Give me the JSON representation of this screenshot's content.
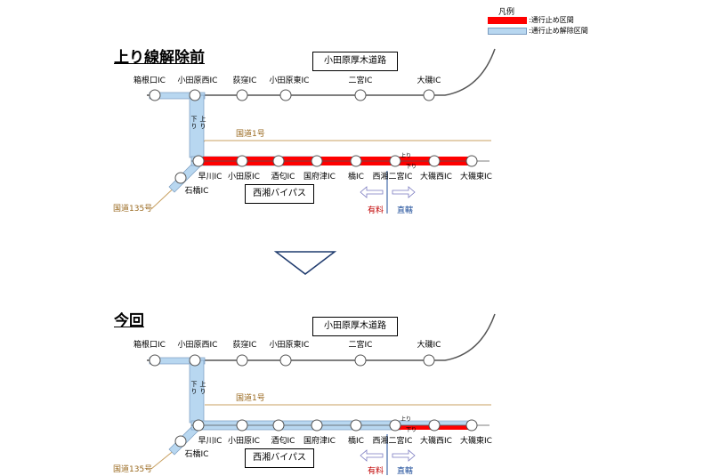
{
  "legend": {
    "title": "凡例",
    "closed": {
      "label": ":通行止め区間",
      "color": "#ff0000"
    },
    "lifted": {
      "label": ":通行止め解除区間",
      "color": "#b8d7f0"
    }
  },
  "panels": [
    {
      "title": "上り線解除前",
      "odawara_atsugi": "小田原厚木道路",
      "seisho_bypass": "西湘バイパス",
      "route1": "国道1号",
      "route135": "国道135号",
      "toll": "有料",
      "direct": "直轄",
      "up": "上り",
      "down": "下り",
      "top_ics": [
        "箱根口IC",
        "小田原西IC",
        "荻窪IC",
        "小田原東IC",
        "二宮IC",
        "大磯IC"
      ],
      "bottom_ics": [
        "早川IC",
        "小田原IC",
        "酒匂IC",
        "国府津IC",
        "橋IC",
        "西湘二宮IC",
        "大磯西IC",
        "大磯東IC"
      ],
      "ishibashi": "石橋IC"
    },
    {
      "title": "今回",
      "odawara_atsugi": "小田原厚木道路",
      "seisho_bypass": "西湘バイパス",
      "route1": "国道1号",
      "route135": "国道135号",
      "toll": "有料",
      "direct": "直轄",
      "up": "上り",
      "down": "下り",
      "top_ics": [
        "箱根口IC",
        "小田原西IC",
        "荻窪IC",
        "小田原東IC",
        "二宮IC",
        "大磯IC"
      ],
      "bottom_ics": [
        "早川IC",
        "小田原IC",
        "酒匂IC",
        "国府津IC",
        "橋IC",
        "西湘二宮IC",
        "大磯西IC",
        "大磯東IC"
      ],
      "ishibashi": "石橋IC"
    }
  ]
}
